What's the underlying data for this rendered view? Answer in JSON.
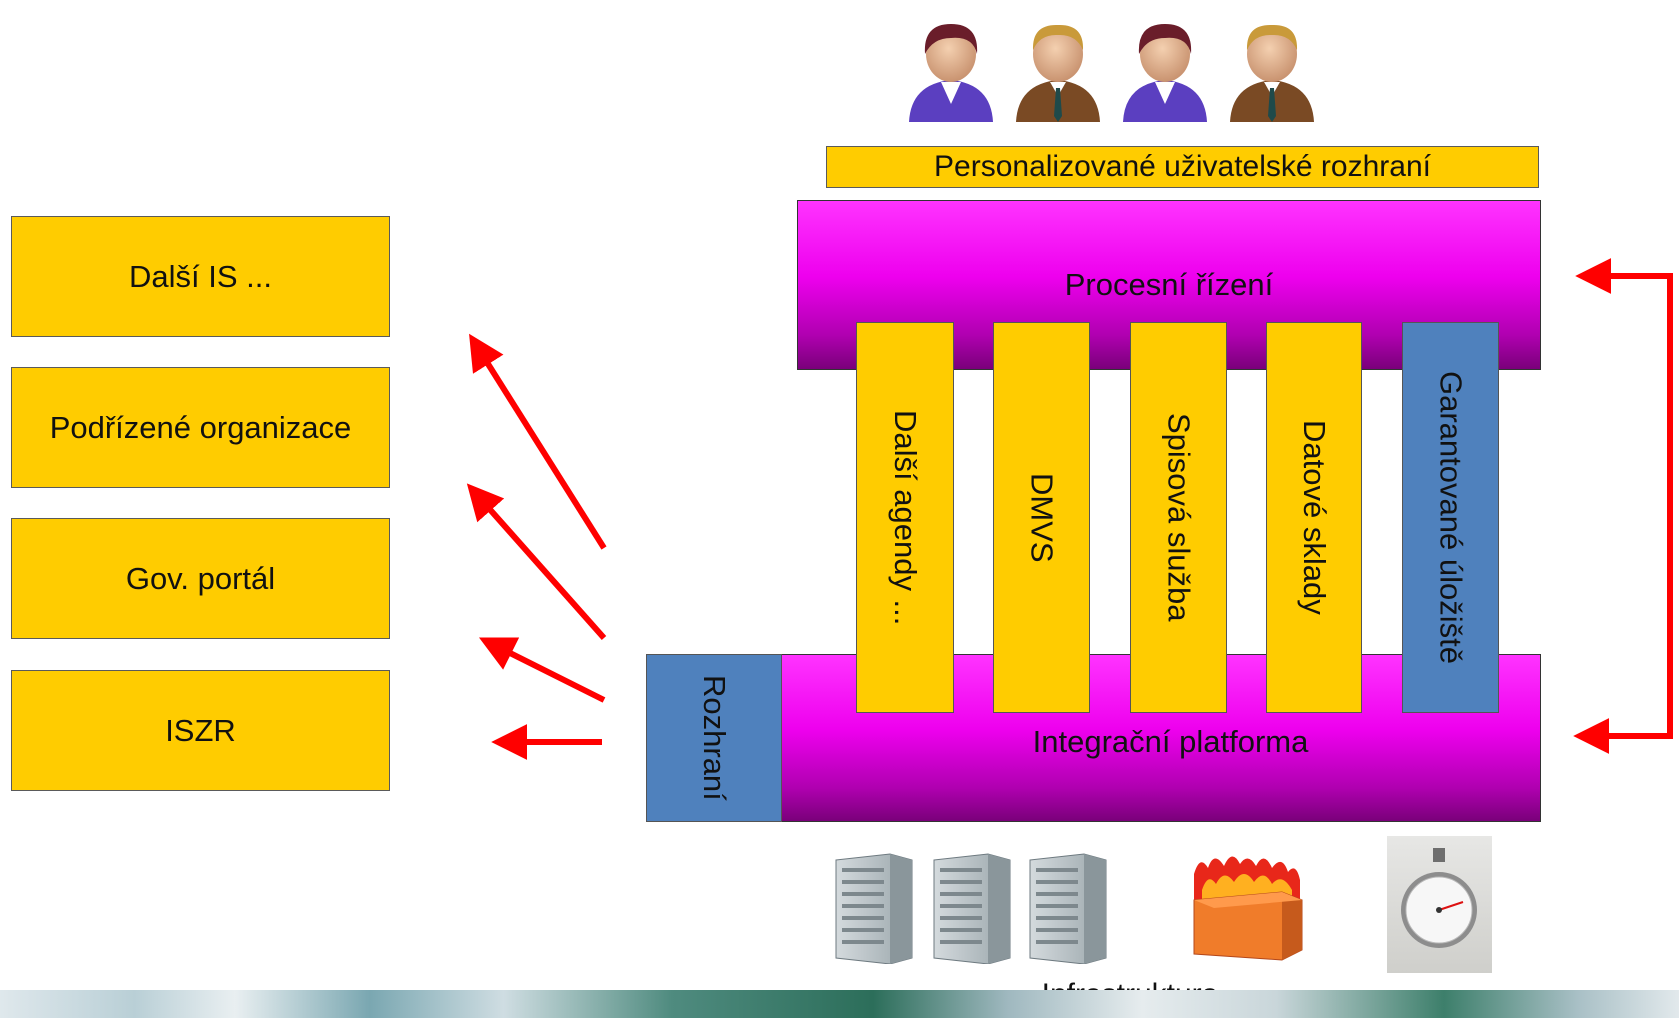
{
  "left_boxes": [
    "Další IS ...",
    "Podřízené organizace",
    "Gov. portál",
    "ISZR"
  ],
  "ui_label": "Personalizované uživatelské rozhraní",
  "process_label": "Procesní řízení",
  "integration_label": "Integrační platforma",
  "interface_label": "Rozhraní",
  "columns": [
    "Další agendy ...",
    "DMVS",
    "Spisová služba",
    "Datové sklady",
    "Garantované úložiště"
  ],
  "infrastructure_label": "Infrastruktura",
  "colors": {
    "box_yellow": "#ffcc00",
    "magenta": "#ee00ee",
    "blue": "#4f81bd",
    "arrow_red": "#ff0000"
  },
  "icons": [
    "user-female-icon",
    "user-male-icon",
    "user-female-icon",
    "user-male-icon",
    "server-icon",
    "server-icon",
    "server-icon",
    "firewall-icon",
    "stopwatch-icon"
  ]
}
